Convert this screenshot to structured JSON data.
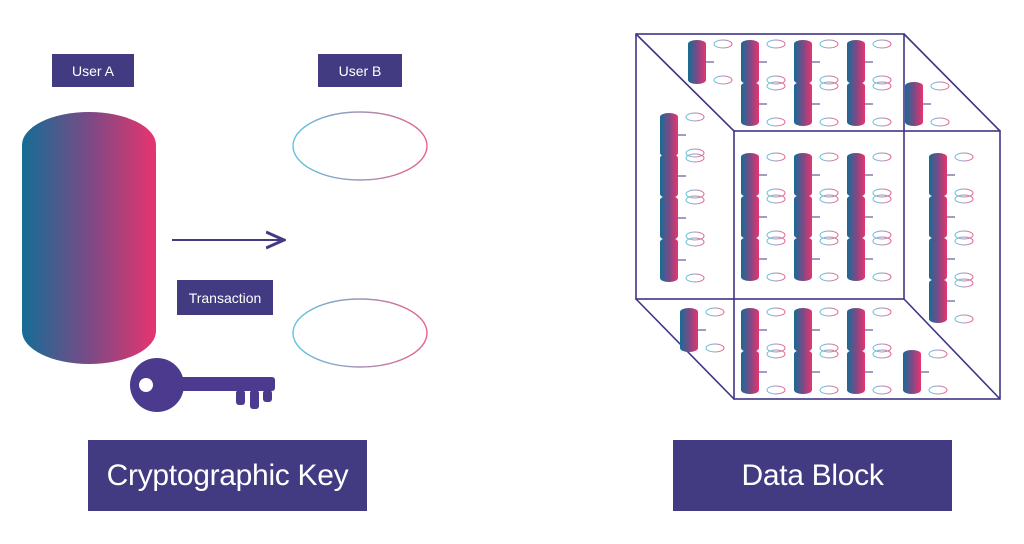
{
  "colors": {
    "indigo": "#433b82",
    "key": "#4b3a8e",
    "gradient_start": "#166c95",
    "gradient_end": "#e8346e",
    "outline_blue": "#5fc3de",
    "outline_pink": "#e8608f",
    "cube_line": "#3d3585"
  },
  "left_panel": {
    "user_a": "User A",
    "user_b": "User B",
    "transaction": "Transaction",
    "caption": "Cryptographic Key"
  },
  "right_panel": {
    "caption": "Data Block"
  }
}
